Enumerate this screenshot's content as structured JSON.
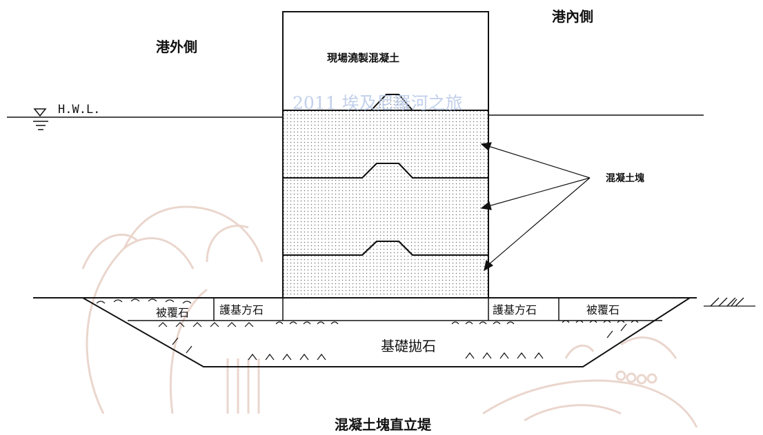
{
  "labels": {
    "seaward_side": "港外側",
    "harbor_side": "港內側",
    "cast_in_place": "現場澆製混凝土",
    "water_level": "H.W.L.",
    "concrete_blocks": "混凝土塊",
    "toe_protection_left": "護基方石",
    "toe_protection_right": "護基方石",
    "armor_stone_left": "被覆石",
    "armor_stone_right": "被覆石",
    "foundation_rubble": "基礎拋石",
    "caption": "混凝土塊直立堤"
  },
  "watermark": "2011 埃及尼羅河之旅",
  "colors": {
    "line": "#111111",
    "stipple": "#6e6e6e",
    "watermark_art": "#d9b5a6",
    "watermark_text": "#b8c8e8"
  }
}
